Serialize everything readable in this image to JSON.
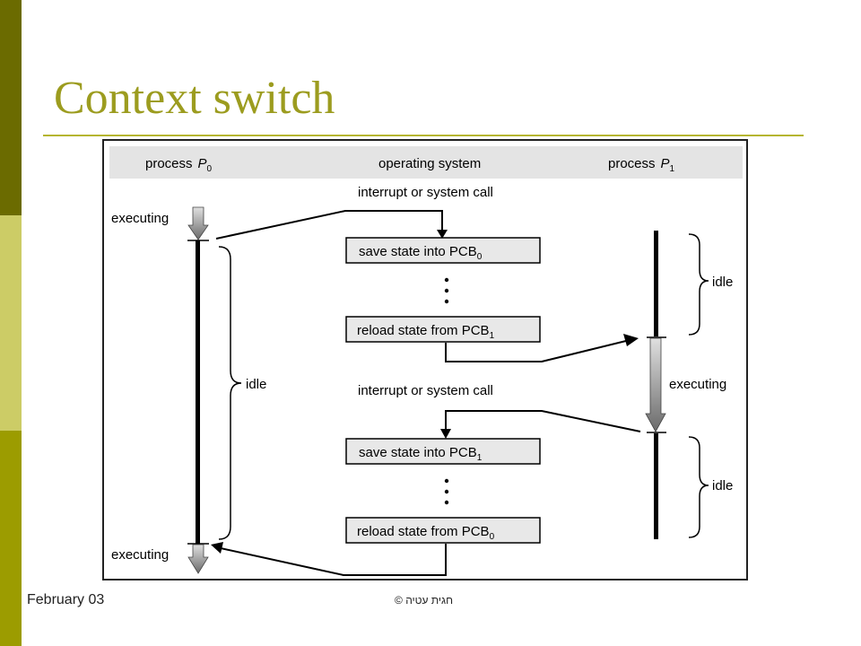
{
  "slide": {
    "title": "Context switch",
    "footer_date": "February 03",
    "footer_copyright": "© חגית עטיה"
  },
  "diagram": {
    "headers": {
      "p0_process": "process",
      "p0_name": "P",
      "p0_sub": "0",
      "os": "operating system",
      "p1_process": "process",
      "p1_name": "P",
      "p1_sub": "1"
    },
    "labels": {
      "interrupt_top": "interrupt or system call",
      "interrupt_bottom": "interrupt or system call",
      "executing_p0_top": "executing",
      "executing_p0_bottom": "executing",
      "idle_p0": "idle",
      "idle_p1_top": "idle",
      "executing_p1": "executing",
      "idle_p1_bottom": "idle"
    },
    "boxes": [
      {
        "text": "save state into PCB",
        "sub": "0"
      },
      {
        "text": "reload state from PCB",
        "sub": "1"
      },
      {
        "text": "save state into PCB",
        "sub": "1"
      },
      {
        "text": "reload state from PCB",
        "sub": "0"
      }
    ],
    "colors": {
      "header_bg": "#e4e4e4",
      "arrow_gray": "#8a8a8a",
      "line": "#000000"
    }
  }
}
